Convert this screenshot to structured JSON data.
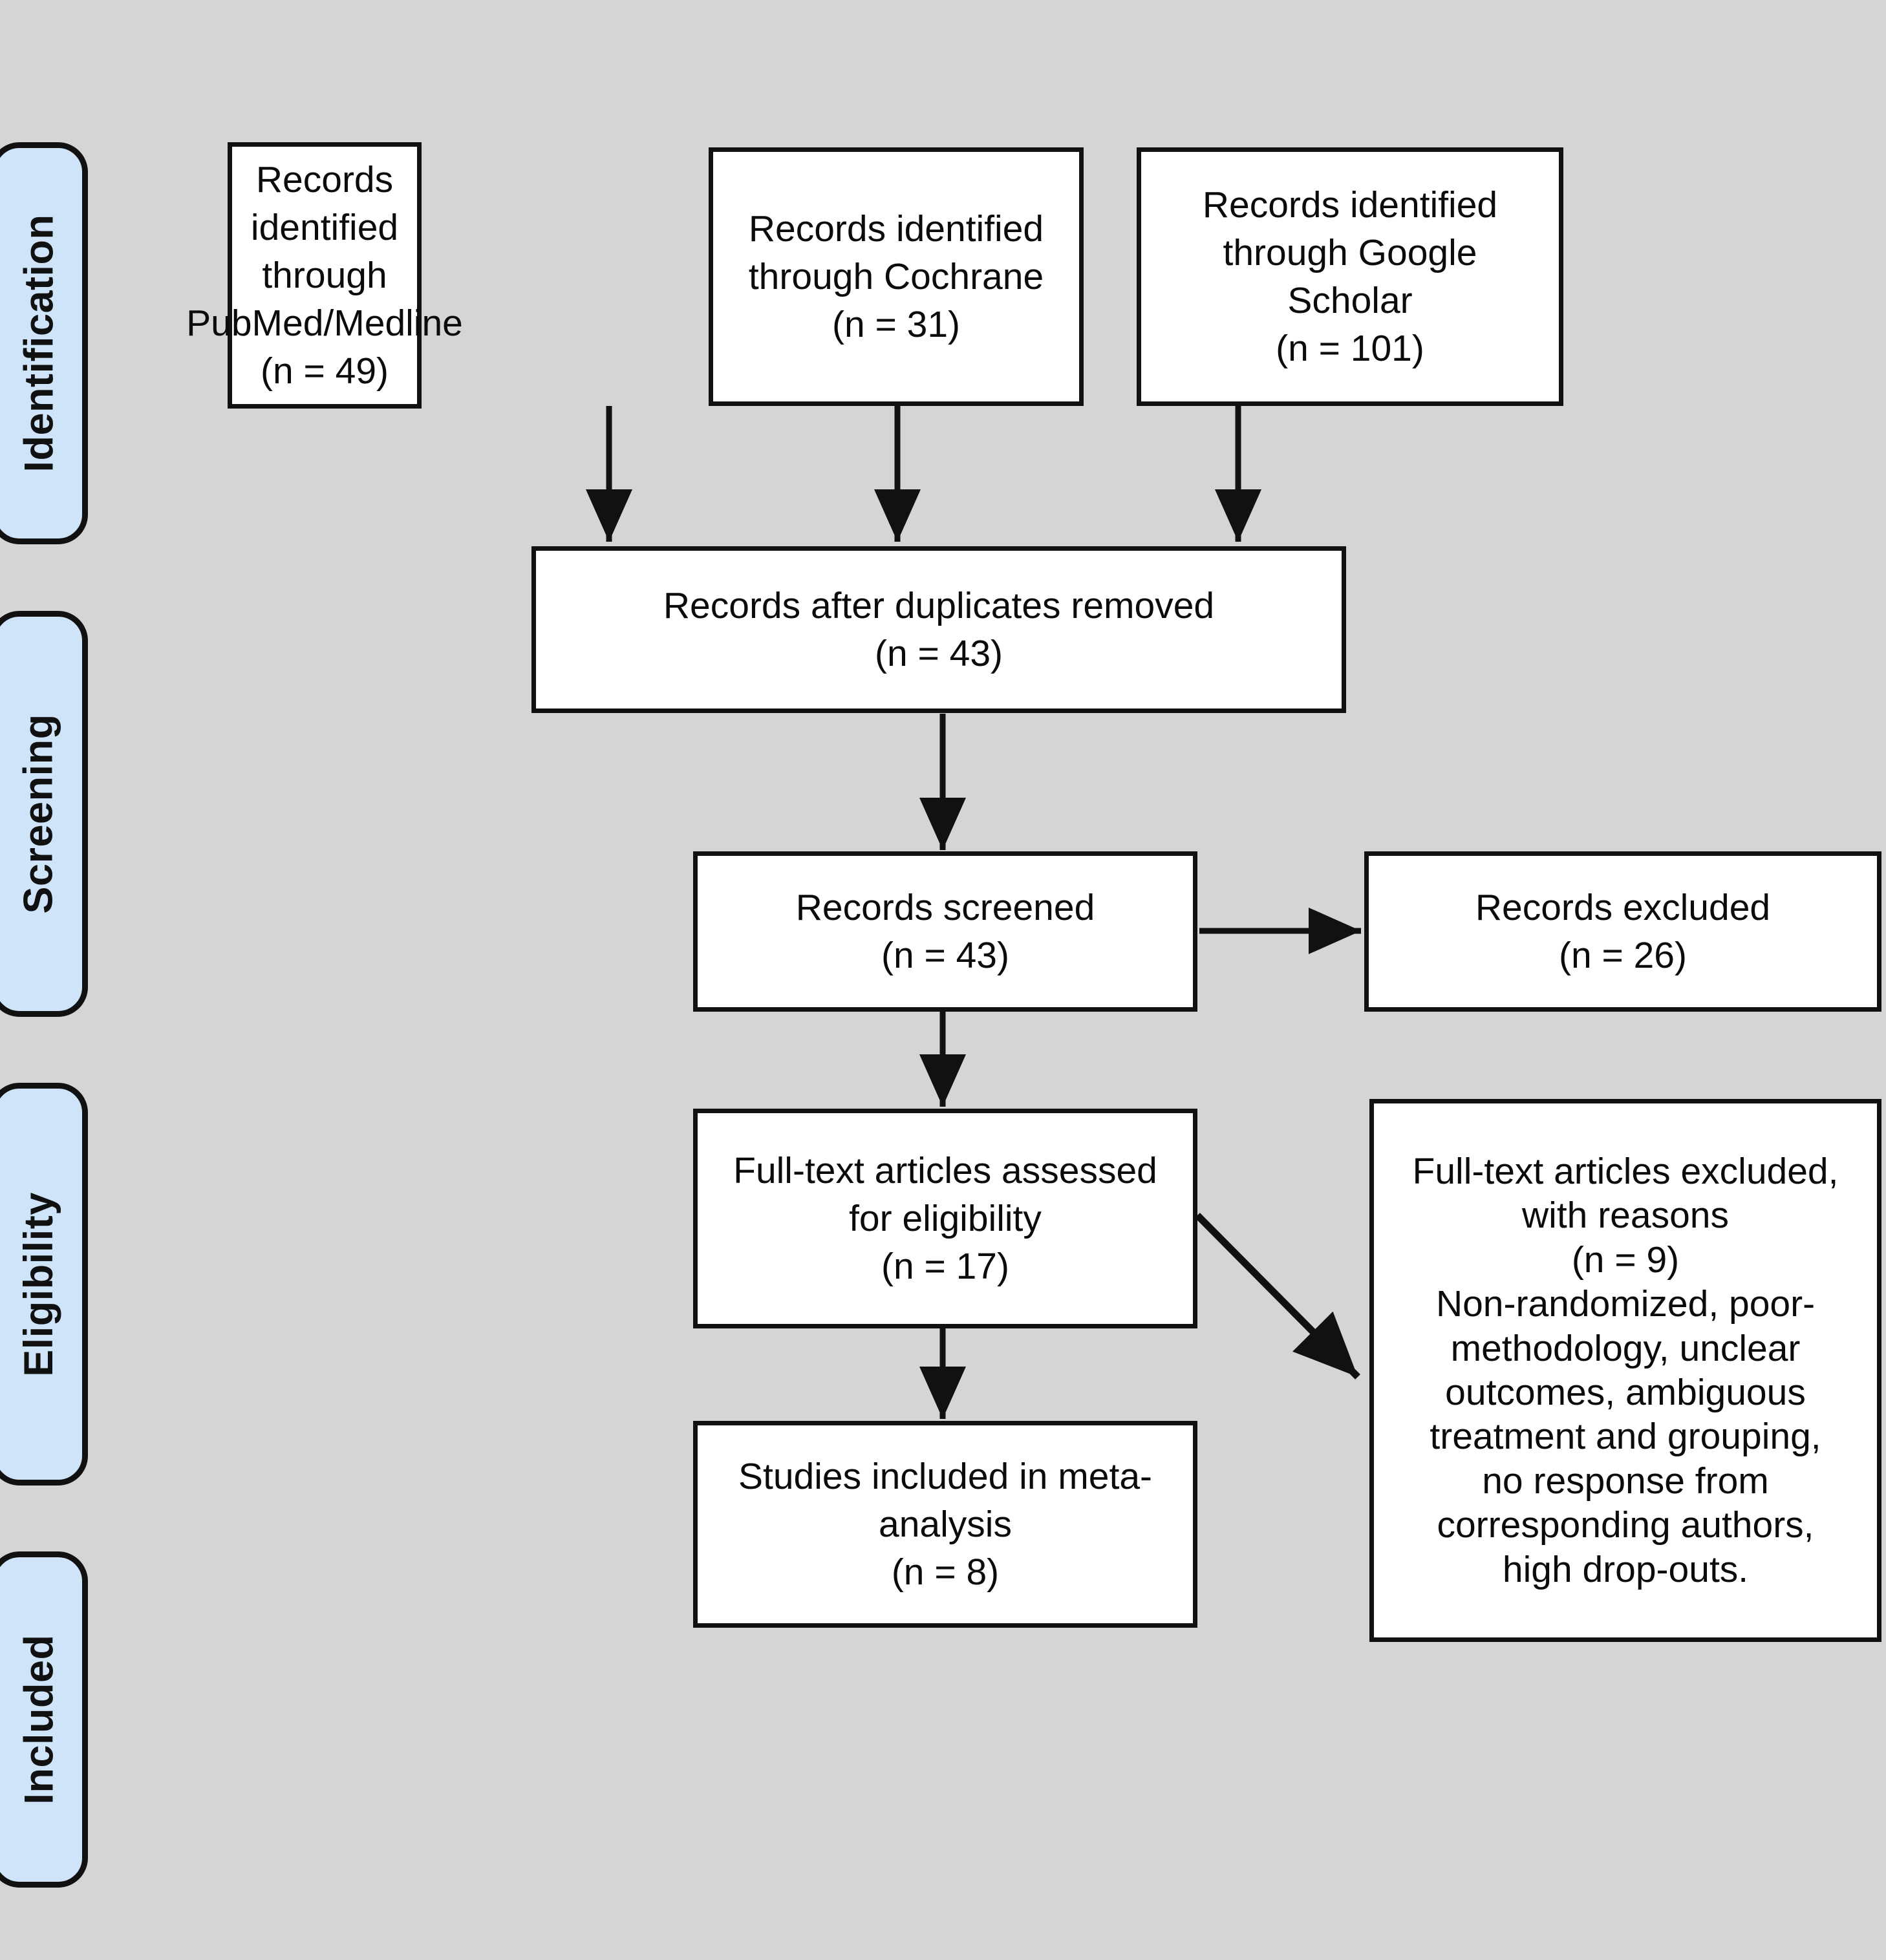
{
  "diagram": {
    "title": "PRISMA flow diagram",
    "background_color": "#d5d5d5",
    "stage_fill_color": "#cfe3f9",
    "box_fill_color": "#ffffff",
    "line_color": "#111111"
  },
  "stages": [
    {
      "label": "Identification"
    },
    {
      "label": "Screening"
    },
    {
      "label": "Eligibility"
    },
    {
      "label": "Included"
    }
  ],
  "boxes": {
    "pubmed": {
      "text": "Records identified\nthrough\nPubMed/Medline\n(n = 49)",
      "source": "PubMed/Medline",
      "n": 49
    },
    "cochrane": {
      "text": "Records identified\nthrough Cochrane\n(n = 31)",
      "source": "Cochrane",
      "n": 31
    },
    "google_scholar": {
      "text": "Records identified\nthrough Google\nScholar\n(n = 101)",
      "source": "Google Scholar",
      "n": 101
    },
    "duplicates_removed": {
      "text": "Records after duplicates removed\n(n = 43)",
      "n": 43
    },
    "records_screened": {
      "text": "Records screened\n(n = 43)",
      "n": 43
    },
    "records_excluded": {
      "text": "Records excluded\n(n = 26)",
      "n": 26
    },
    "fulltext_assessed": {
      "text": "Full-text articles assessed\nfor eligibility\n(n = 17)",
      "n": 17
    },
    "fulltext_excluded": {
      "text": "Full-text articles excluded,\nwith reasons\n(n = 9)\nNon-randomized, poor-\nmethodology, unclear\noutcomes, ambiguous\ntreatment and grouping,\nno response from\ncorresponding authors,\nhigh drop-outs.",
      "n": 9,
      "reasons": "Non-randomized, poor-methodology, unclear outcomes, ambiguous treatment and grouping, no response from corresponding authors, high drop-outs."
    },
    "studies_included": {
      "text": "Studies included in meta-\nanalysis\n(n = 8)",
      "n": 8
    }
  }
}
